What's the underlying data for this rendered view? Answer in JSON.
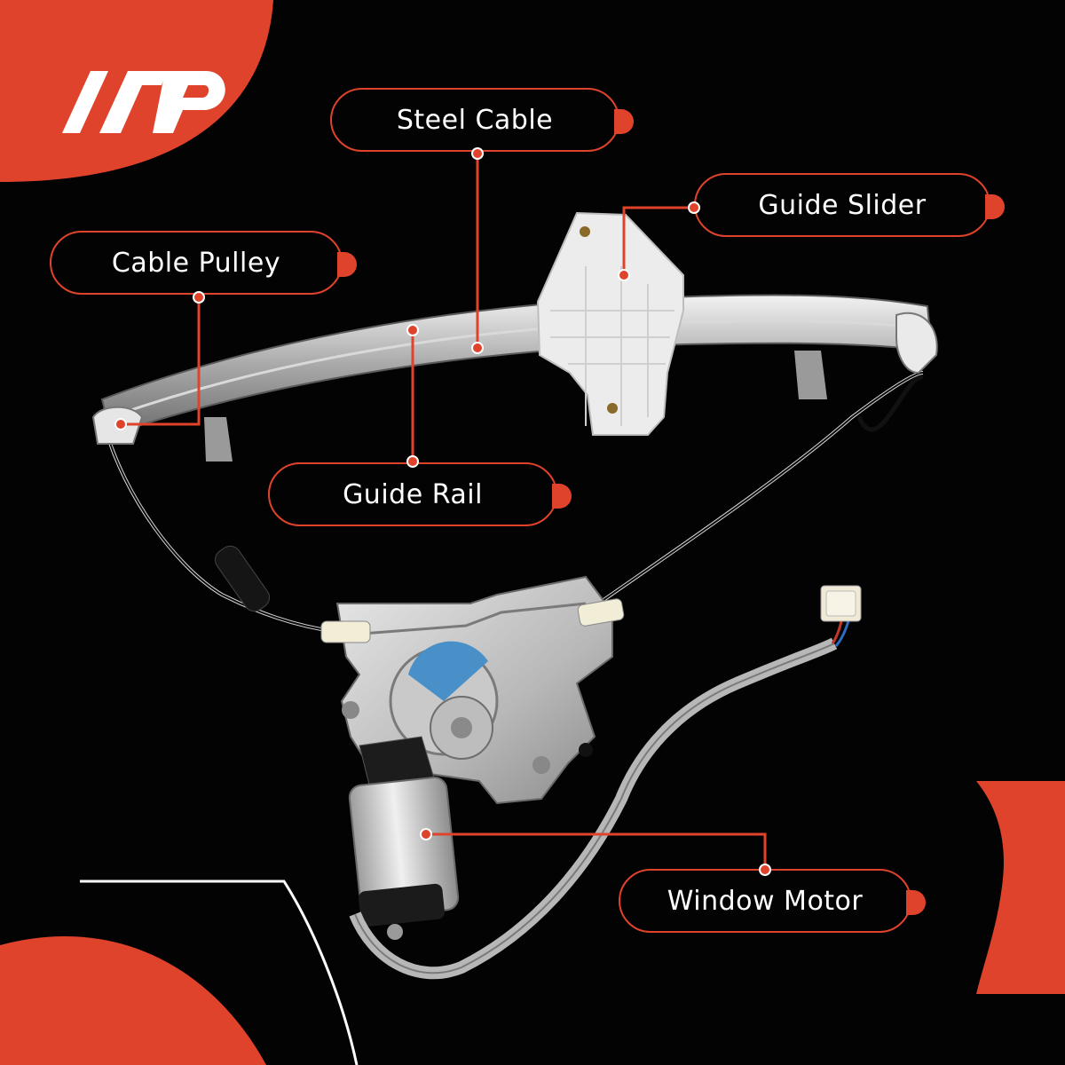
{
  "brand": {
    "name": "A-Premium",
    "accent": "#e0432c"
  },
  "labels": {
    "steel_cable": "Steel Cable",
    "guide_slider": "Guide Slider",
    "cable_pulley": "Cable Pulley",
    "guide_rail": "Guide Rail",
    "window_motor": "Window Motor"
  },
  "icons": [
    "logo-icon",
    "window-regulator-image"
  ]
}
